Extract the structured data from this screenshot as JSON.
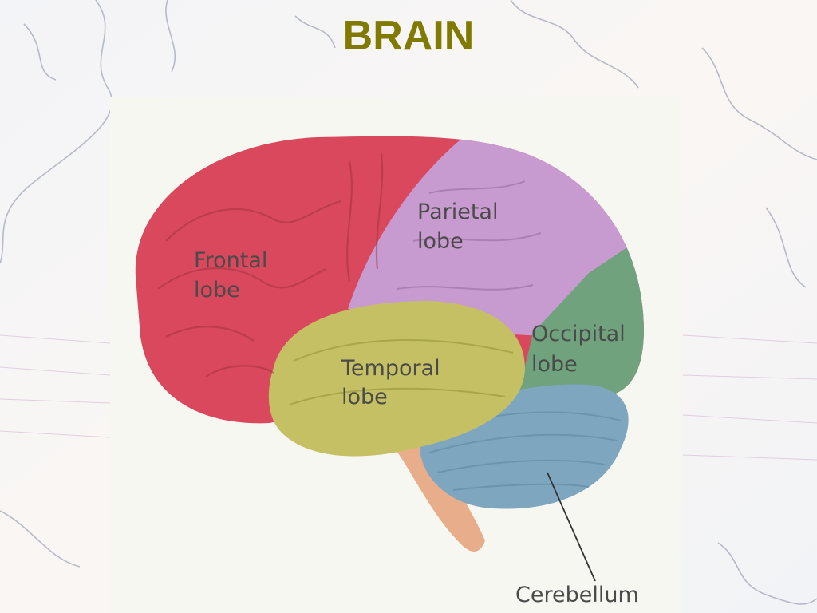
{
  "slide": {
    "title": "BRAIN",
    "title_color": "#807a00"
  },
  "diagram": {
    "labels": {
      "frontal_line1": "Frontal",
      "frontal_line2": "lobe",
      "parietal_line1": "Parietal",
      "parietal_line2": "lobe",
      "occipital_line1": "Occipital",
      "occipital_line2": "lobe",
      "temporal_line1": "Temporal",
      "temporal_line2": "lobe",
      "cerebellum": "Cerebellum"
    },
    "colors": {
      "frontal": "#d9485c",
      "parietal": "#c79ad0",
      "occipital": "#6fa27d",
      "temporal": "#c4c063",
      "cerebellum": "#7fa6bf",
      "brainstem": "#e8ad8a",
      "label_text": "#4a4a4a"
    }
  }
}
